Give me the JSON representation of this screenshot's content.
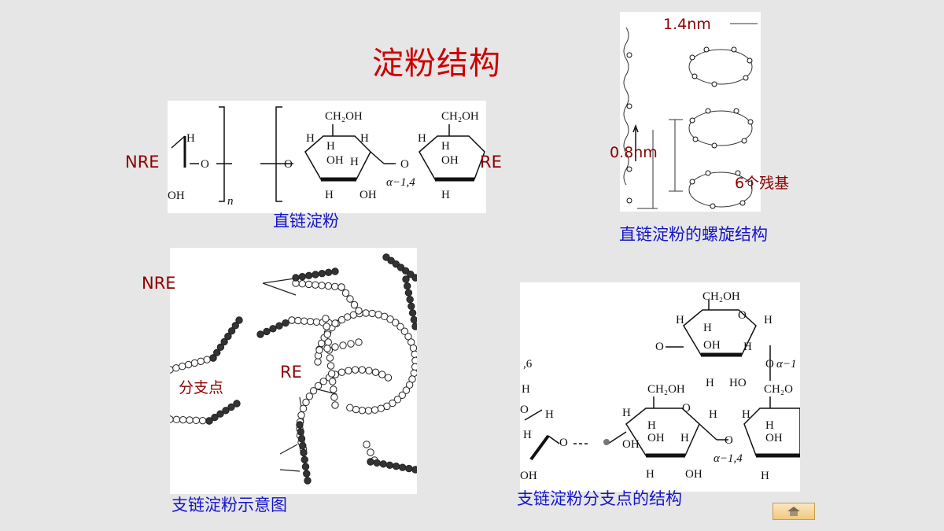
{
  "slide": {
    "title": "淀粉结构"
  },
  "panels": {
    "linear_chain": {
      "caption": "直链淀粉",
      "label_nre": "NRE",
      "label_re": "RE",
      "formula": {
        "ch2oh": "CH₂OH",
        "oh": "OH",
        "h": "H",
        "o": "O",
        "linkage": "α−1,4",
        "n": "n"
      }
    },
    "helix": {
      "caption": "直链淀粉的螺旋结构",
      "width_label": "1.4nm",
      "pitch_label": "0.8nm",
      "residue_label": "6个残基"
    },
    "branched": {
      "caption": "支链淀粉示意图",
      "label_nre": "NRE",
      "label_re": "RE",
      "branch_point": "分支点"
    },
    "branch_point": {
      "caption": "支链淀粉分支点的结构",
      "formula": {
        "ch2oh": "CH₂OH",
        "ch2o": "CH₂O",
        "oh": "OH",
        "ho": "HO",
        "h": "H",
        "o": "O",
        "link_14": "α−1,4",
        "link_16": "α−1",
        "six": ",6"
      }
    }
  },
  "nav": {
    "home_icon": "home-icon"
  }
}
